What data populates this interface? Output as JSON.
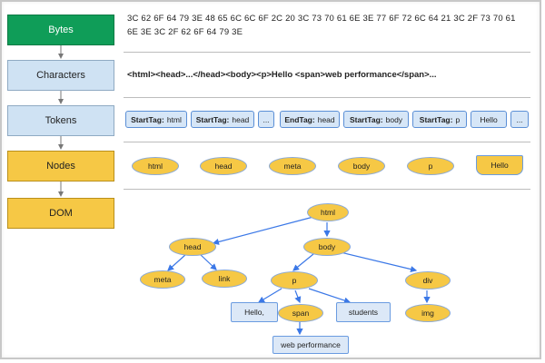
{
  "stages": [
    {
      "label": "Bytes",
      "style": "green"
    },
    {
      "label": "Characters",
      "style": "blue"
    },
    {
      "label": "Tokens",
      "style": "blue"
    },
    {
      "label": "Nodes",
      "style": "yellow"
    },
    {
      "label": "DOM",
      "style": "yellow"
    }
  ],
  "bytes_text": "3C 62 6F 64 79 3E 48 65 6C 6C 6F 2C 20 3C 73 70 61 6E 3E 77 6F 72 6C 64 21 3C 2F 73 70 61 6E 3E 3C 2F 62 6F 64 79 3E",
  "characters_text": "<html><head>...</head><body><p>Hello <span>web performance</span>...",
  "tokens": [
    {
      "kind": "StartTag:",
      "name": "html"
    },
    {
      "kind": "StartTag:",
      "name": "head"
    },
    {
      "kind": "",
      "name": "..."
    },
    {
      "kind": "EndTag:",
      "name": "head"
    },
    {
      "kind": "StartTag:",
      "name": "body"
    },
    {
      "kind": "StartTag:",
      "name": "p"
    },
    {
      "kind": "",
      "name": "Hello"
    },
    {
      "kind": "",
      "name": "..."
    }
  ],
  "nodes": [
    "html",
    "head",
    "meta",
    "body",
    "p",
    "Hello"
  ],
  "dom": {
    "html": "html",
    "head": "head",
    "body": "body",
    "meta": "meta",
    "link": "link",
    "p": "p",
    "div": "div",
    "hello": "Hello,",
    "span": "span",
    "students": "students",
    "img": "img",
    "web_performance": "web performance"
  },
  "colors": {
    "bytes": "#0f9d58",
    "blue_stage": "#cfe2f3",
    "yellow_stage": "#f6c845",
    "node_fill": "#f6c845",
    "token_fill": "#d6e6f7",
    "edge": "#3b78e7"
  }
}
